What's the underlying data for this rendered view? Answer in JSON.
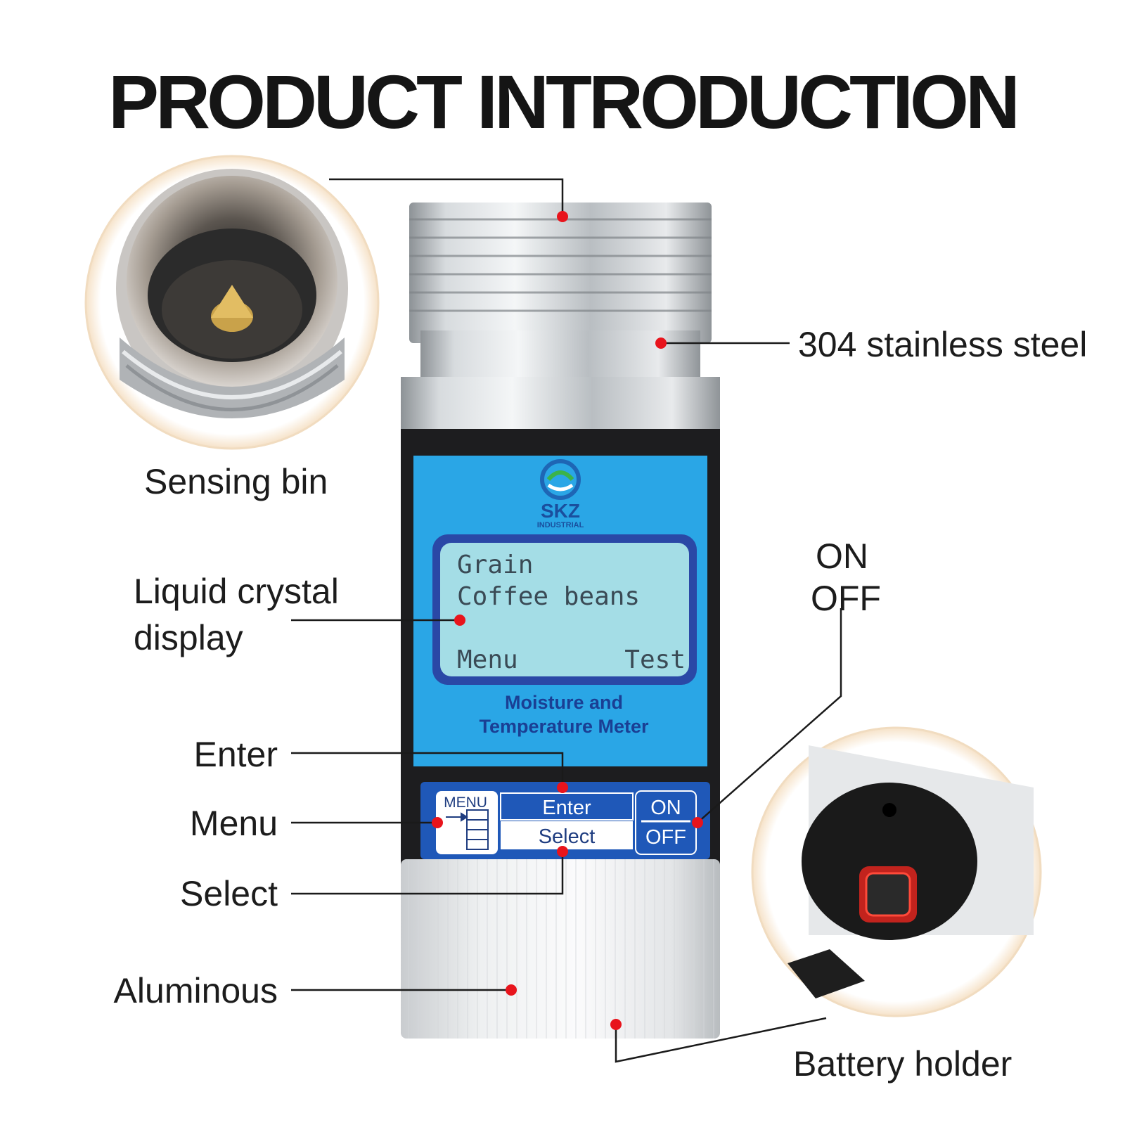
{
  "title": "PRODUCT INTRODUCTION",
  "labels": {
    "stainless": "304 stainless steel",
    "sensing_bin": "Sensing bin",
    "lcd_line1": "Liquid crystal",
    "lcd_line2": "display",
    "on": "ON",
    "off": "OFF",
    "enter": "Enter",
    "menu": "Menu",
    "select": "Select",
    "aluminous": "Aluminous",
    "battery": "Battery holder"
  },
  "device": {
    "brand": "SKZ",
    "brand_sub": "INDUSTRIAL",
    "screen": {
      "line1": "Grain",
      "line2": "Coffee beans",
      "soft_left": "Menu",
      "soft_right": "Test"
    },
    "caption_line1": "Moisture and",
    "caption_line2": "Temperature Meter",
    "buttons": {
      "menu": "MENU",
      "enter": "Enter",
      "select": "Select",
      "on": "ON",
      "off": "OFF"
    }
  },
  "colors": {
    "panel_blue": "#2aa6e6",
    "lcd_bg": "#a4dde6",
    "callout_dot": "#e8141c",
    "button_blue": "#1f58b8"
  }
}
